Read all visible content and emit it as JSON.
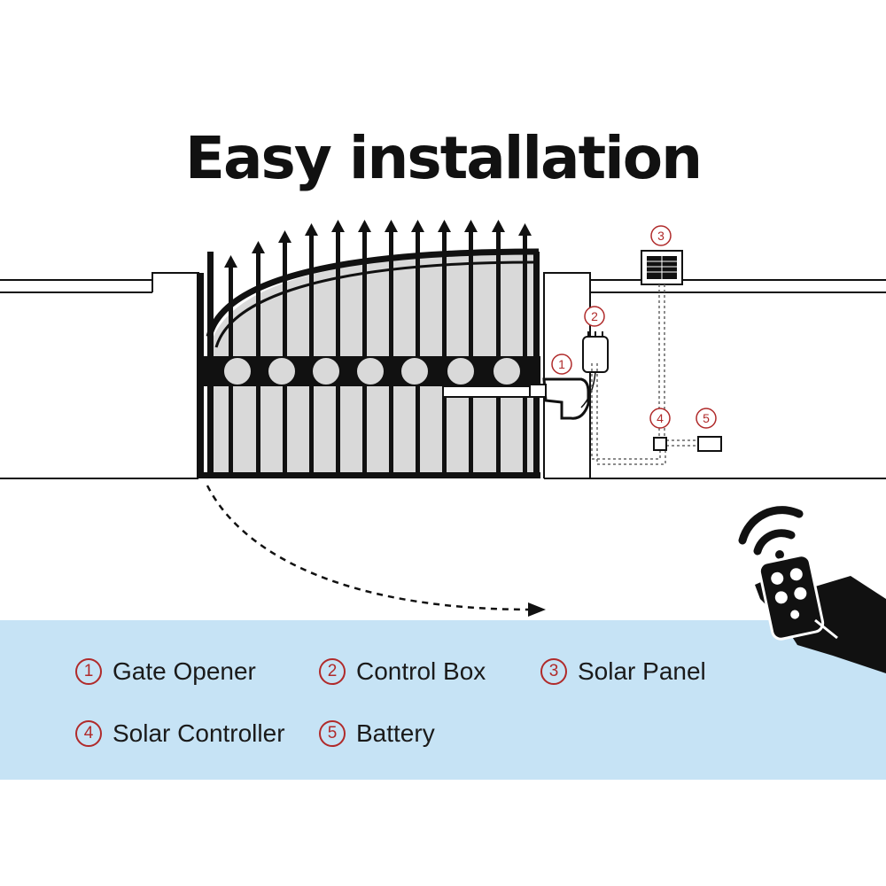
{
  "title": "Easy installation",
  "colors": {
    "legend_bg": "#c6e3f5",
    "marker_red": "#b02a2a",
    "ink": "#111111",
    "gate_fill": "#d9d9d9"
  },
  "markers": {
    "m1": "1",
    "m2": "2",
    "m3": "3",
    "m4": "4",
    "m5": "5"
  },
  "legend": {
    "items": [
      {
        "num": "1",
        "label": "Gate Opener"
      },
      {
        "num": "2",
        "label": "Control Box"
      },
      {
        "num": "3",
        "label": "Solar Panel"
      },
      {
        "num": "4",
        "label": "Solar Controller"
      },
      {
        "num": "5",
        "label": "Battery"
      }
    ]
  },
  "icons": {
    "remote": "hand-remote-icon",
    "wifi": "wifi-signal-icon",
    "arrow": "dashed-swing-arrow"
  }
}
